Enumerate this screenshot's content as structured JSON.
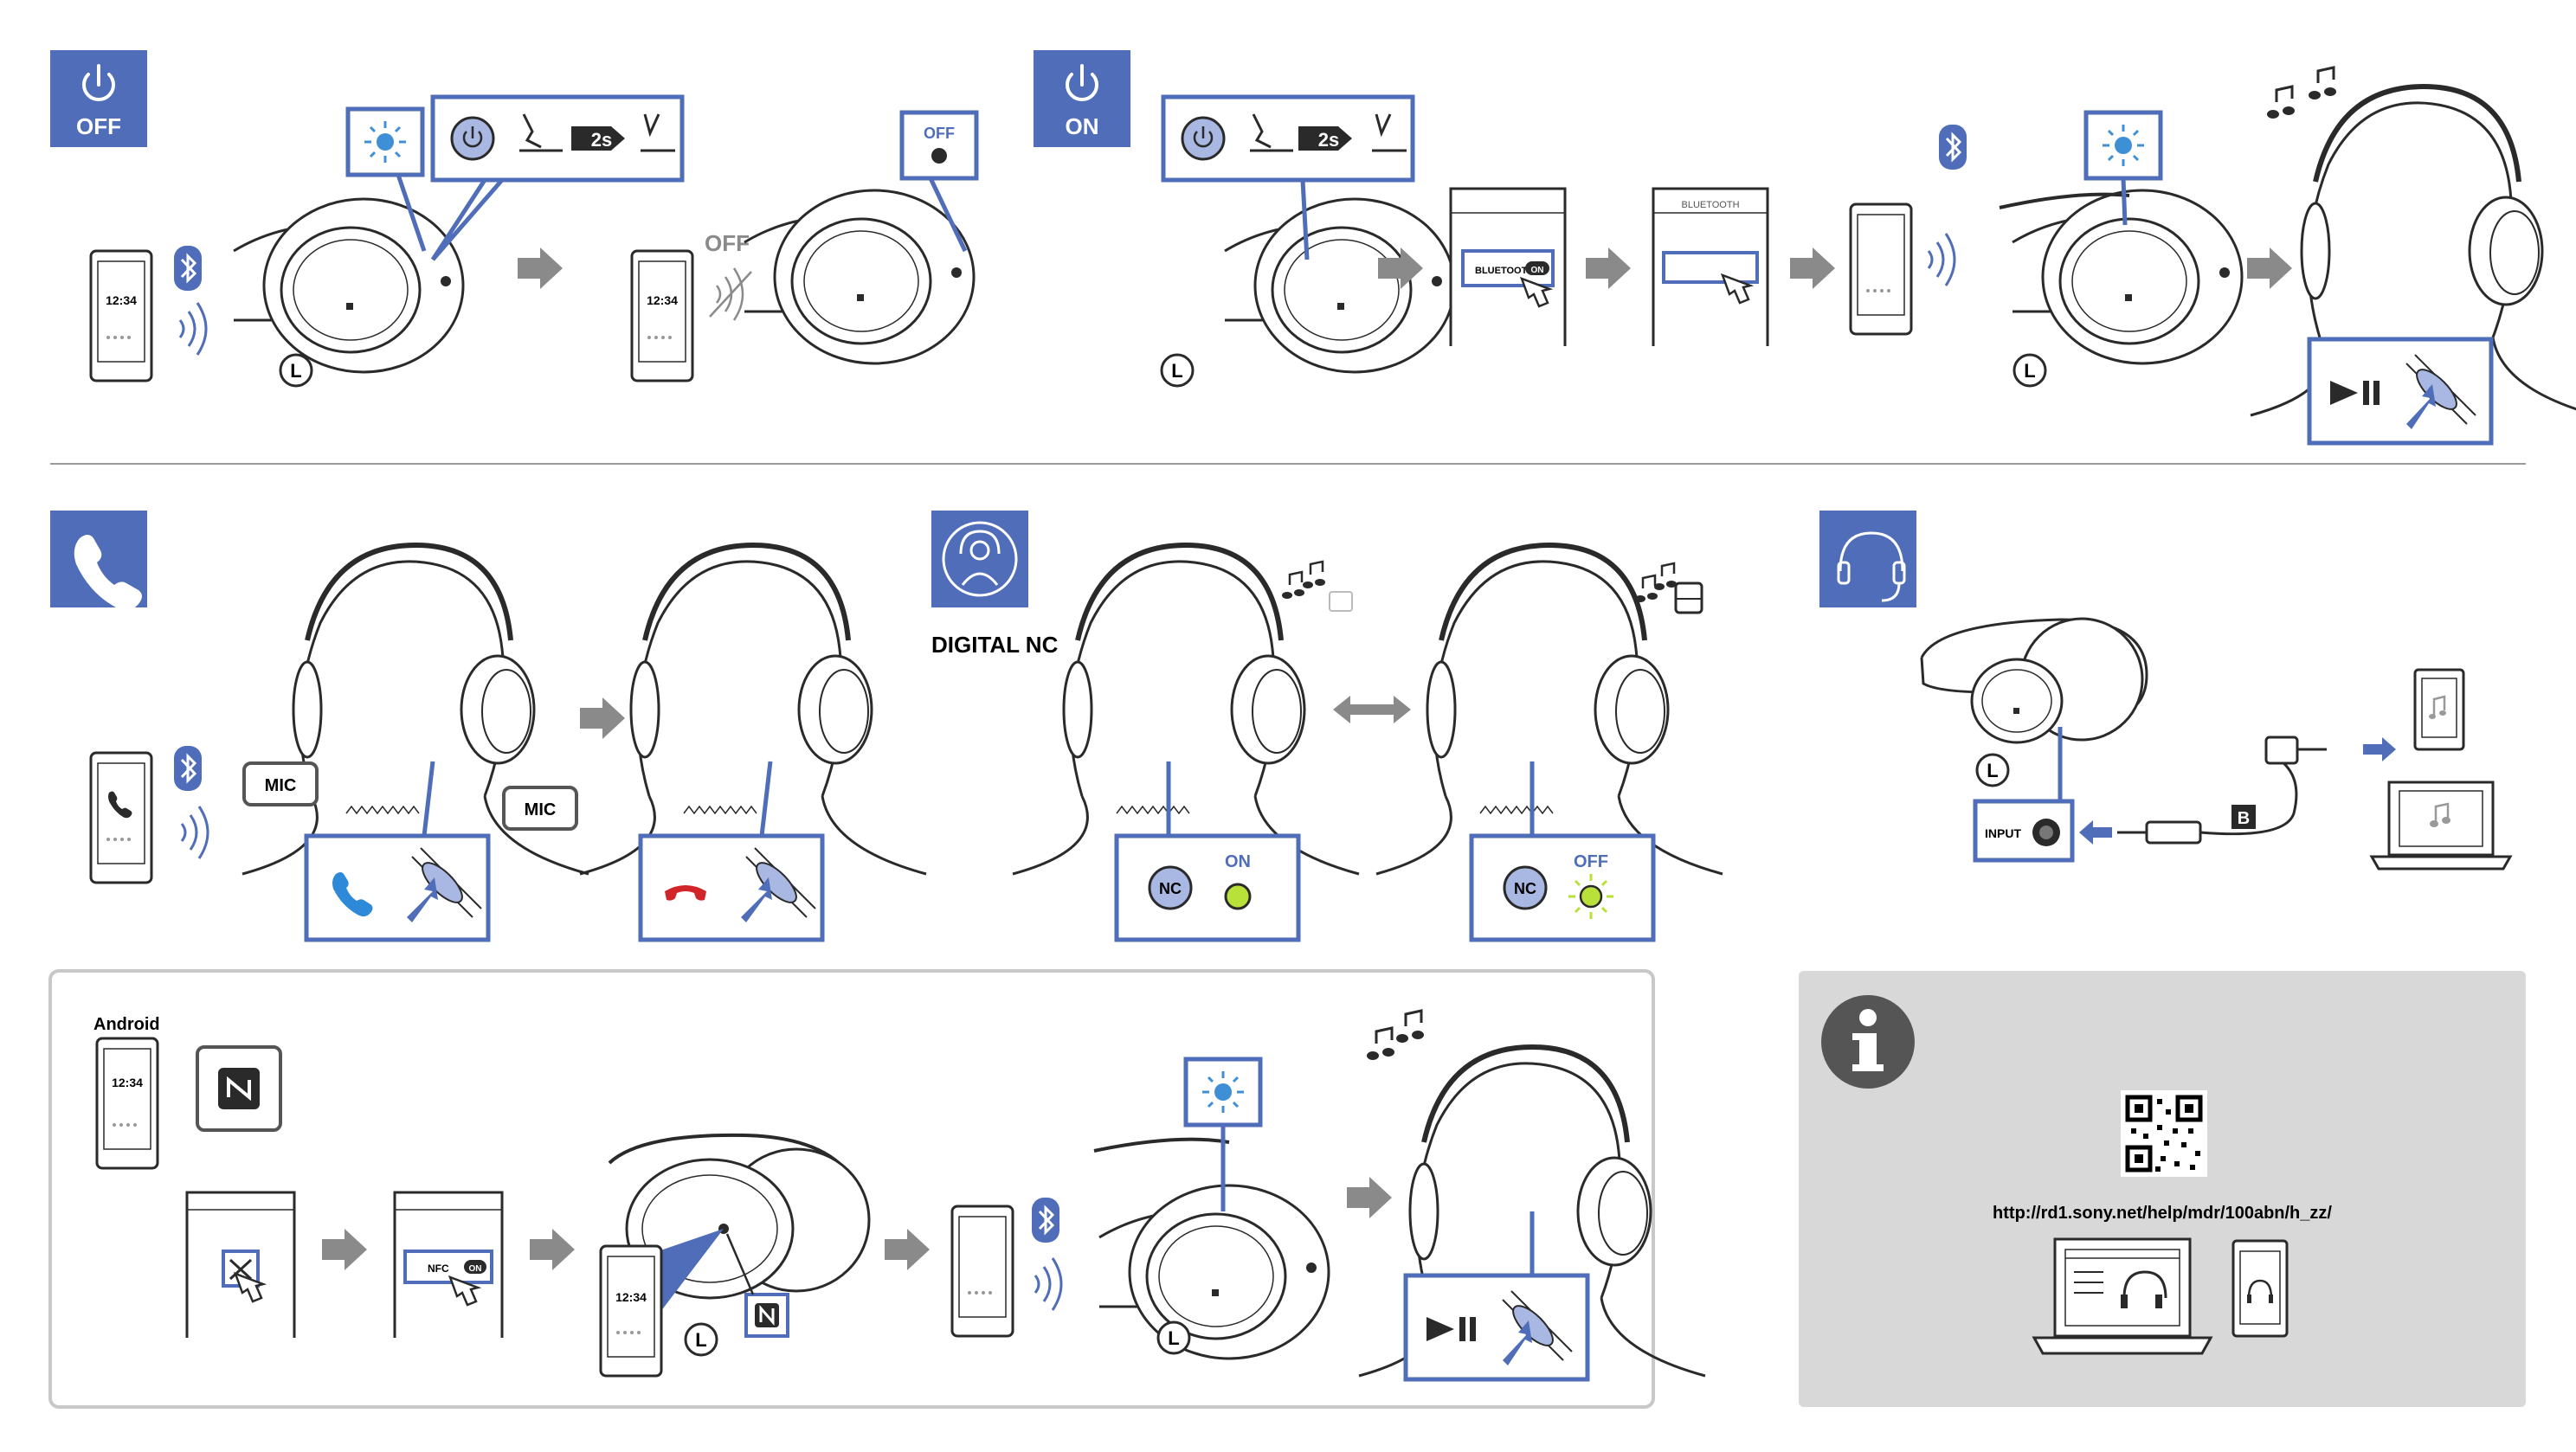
{
  "colors": {
    "accent": "#4f6db8",
    "accent_light": "#a9b8e2",
    "led_blue": "#3f8fd6",
    "led_green": "#b8e23a",
    "line": "#2a2a2a",
    "arrow_gray": "#8a8a8a",
    "call_blue": "#2e8ad8",
    "hangup_red": "#d0262a",
    "info_panel_bg": "#d8d8d8",
    "divider": "#9a9a9a"
  },
  "sections": {
    "power_off": {
      "badge_label": "OFF",
      "badge_icon": "power-icon",
      "hold_time": "2s",
      "led_state_label": "OFF",
      "phone_clock": "12:34",
      "signal_label": "OFF"
    },
    "power_on": {
      "badge_label": "ON",
      "badge_icon": "power-icon",
      "hold_time": "2s",
      "screen_toggle_label": "BLUETOOTH",
      "screen_toggle_state": "ON",
      "screen_header": "BLUETOOTH",
      "play_pause_icon": "play-pause-icon"
    },
    "call": {
      "badge_icon": "phone-icon",
      "mic_label_left": "MIC",
      "mic_label_right": "MIC",
      "answer_icon": "answer-call-icon",
      "hangup_icon": "hang-up-icon"
    },
    "noise_cancel": {
      "logo_text": "DIGITAL NC",
      "nc_label": "NC",
      "state_on": "ON",
      "state_off": "OFF"
    },
    "cable": {
      "badge_icon": "headphone-cable-icon",
      "input_label": "INPUT",
      "cable_tag": "B"
    },
    "nfc": {
      "os_label": "Android",
      "phone_clock": "12:34",
      "nfc_toggle_label": "NFC",
      "nfc_toggle_state": "ON",
      "play_pause_icon": "play-pause-icon"
    },
    "info": {
      "icon": "info-icon",
      "url": "http://rd1.sony.net/help/mdr/100abn/h_zz/"
    }
  },
  "side_marker": "L"
}
